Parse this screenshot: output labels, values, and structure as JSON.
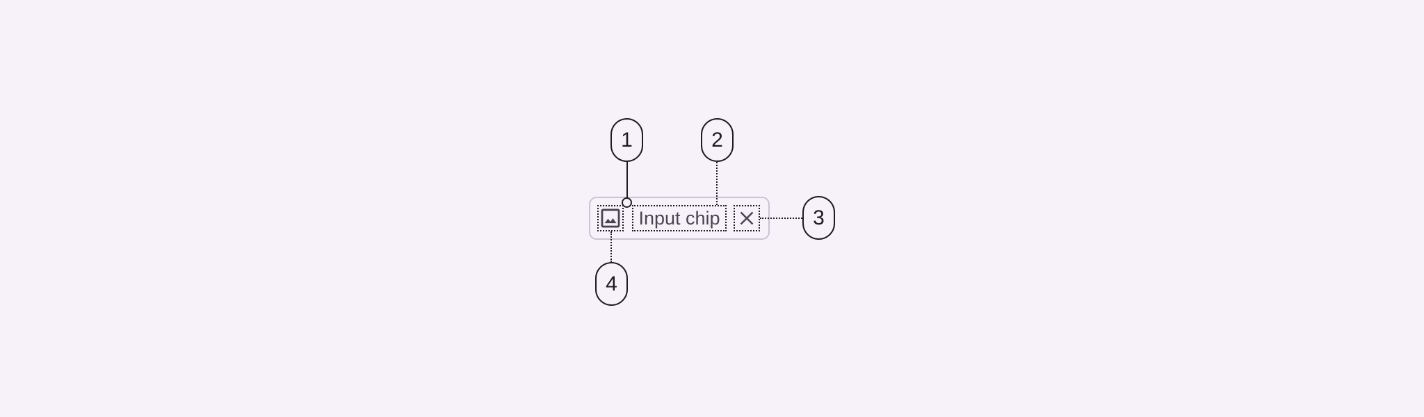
{
  "chip": {
    "label": "Input chip",
    "leading_icon": "image-icon",
    "trailing_icon": "close-icon"
  },
  "callouts": [
    {
      "number": "1"
    },
    {
      "number": "2"
    },
    {
      "number": "3"
    },
    {
      "number": "4"
    }
  ],
  "colors": {
    "background": "#f7f2fa",
    "outline": "#cac4d0",
    "annotation": "#1d1b20",
    "label": "#49454f"
  }
}
